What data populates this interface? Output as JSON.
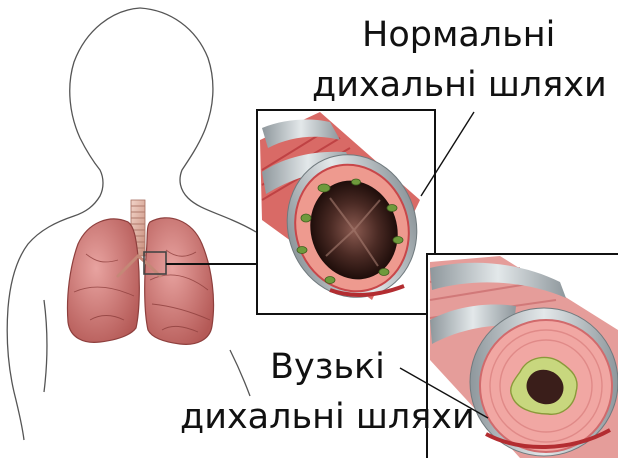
{
  "labels": {
    "normal": {
      "line1": "Нормальні",
      "line2": "дихальні шляхи"
    },
    "narrow": {
      "line1": "Вузькі",
      "line2": "дихальні шляхи"
    }
  },
  "colors": {
    "outline": "#555555",
    "lung": "#cf7a78",
    "lung_dark": "#a8514f",
    "trachea": "#e7b8a8",
    "airway_muscle": "#c8474a",
    "airway_ring": "#b9c2c6",
    "mucosa": "#ef9d90",
    "mucus_green": "#6f9a3c",
    "lumen_dark": "#3a1e1a",
    "narrow_mucosa": "#f1a7a3",
    "narrow_mucus": "#c8d77e"
  },
  "icons": {
    "body": "child-silhouette-icon",
    "lungs": "lungs-icon",
    "normal_airway": "normal-airway-cross-section-icon",
    "narrow_airway": "narrowed-airway-cross-section-icon"
  }
}
